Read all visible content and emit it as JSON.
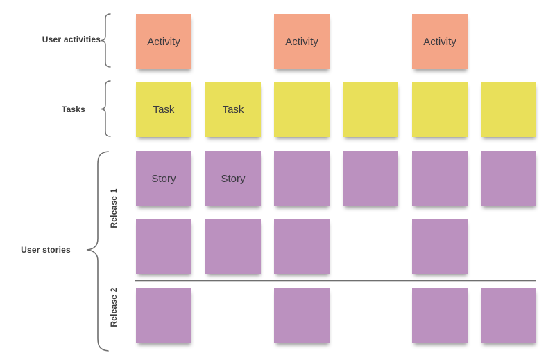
{
  "canvas": {
    "background": "#ffffff"
  },
  "labels": {
    "user_activities": "User activities",
    "tasks": "Tasks",
    "user_stories": "User stories",
    "release_1": "Release 1",
    "release_2": "Release 2"
  },
  "colors": {
    "activity_note": "#F4A587",
    "task_note": "#E9E05A",
    "story_note": "#BB91BF",
    "label_text": "#3b3b3b",
    "note_text": "#3a3a40",
    "divider_line": "#6f6f6f",
    "brace_stroke": "#6e6e6e"
  },
  "board": {
    "notes": [
      {
        "type": "activity",
        "label": "Activity",
        "row": 0,
        "col": 0
      },
      {
        "type": "activity",
        "label": "Activity",
        "row": 0,
        "col": 2
      },
      {
        "type": "activity",
        "label": "Activity",
        "row": 0,
        "col": 4
      },
      {
        "type": "task",
        "label": "Task",
        "row": 1,
        "col": 0
      },
      {
        "type": "task",
        "label": "Task",
        "row": 1,
        "col": 1
      },
      {
        "type": "task",
        "label": "",
        "row": 1,
        "col": 2
      },
      {
        "type": "task",
        "label": "",
        "row": 1,
        "col": 3
      },
      {
        "type": "task",
        "label": "",
        "row": 1,
        "col": 4
      },
      {
        "type": "task",
        "label": "",
        "row": 1,
        "col": 5
      },
      {
        "type": "story",
        "label": "Story",
        "row": 2,
        "col": 0
      },
      {
        "type": "story",
        "label": "Story",
        "row": 2,
        "col": 1
      },
      {
        "type": "story",
        "label": "",
        "row": 2,
        "col": 2
      },
      {
        "type": "story",
        "label": "",
        "row": 2,
        "col": 3
      },
      {
        "type": "story",
        "label": "",
        "row": 2,
        "col": 4
      },
      {
        "type": "story",
        "label": "",
        "row": 2,
        "col": 5
      },
      {
        "type": "story",
        "label": "",
        "row": 3,
        "col": 0
      },
      {
        "type": "story",
        "label": "",
        "row": 3,
        "col": 1
      },
      {
        "type": "story",
        "label": "",
        "row": 3,
        "col": 2
      },
      {
        "type": "story",
        "label": "",
        "row": 3,
        "col": 4
      },
      {
        "type": "story",
        "label": "",
        "row": 4,
        "col": 0
      },
      {
        "type": "story",
        "label": "",
        "row": 4,
        "col": 2
      },
      {
        "type": "story",
        "label": "",
        "row": 4,
        "col": 4
      },
      {
        "type": "story",
        "label": "",
        "row": 4,
        "col": 5
      }
    ]
  }
}
